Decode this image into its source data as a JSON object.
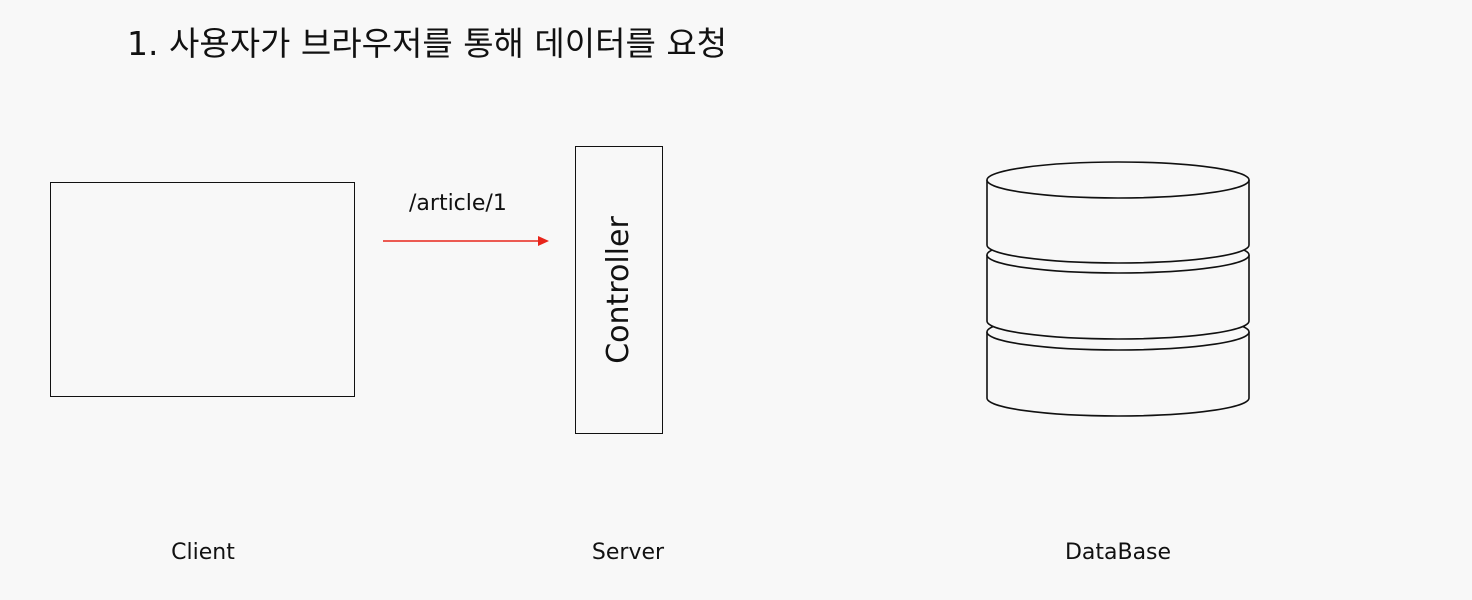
{
  "title": "1. 사용자가 브라우저를 통해 데이터를 요청",
  "request": {
    "route": "/article/1",
    "arrow_color": "#e8251b"
  },
  "server": {
    "component_label": "Controller"
  },
  "captions": {
    "client": "Client",
    "server": "Server",
    "database": "DataBase"
  },
  "icons": {
    "database": "database-cylinder-icon",
    "arrow": "arrow-right-icon"
  }
}
